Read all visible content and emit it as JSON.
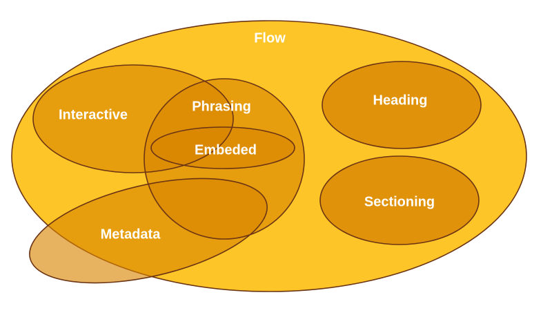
{
  "diagram": {
    "labels": {
      "flow": "Flow",
      "interactive": "Interactive",
      "phrasing": "Phrasing",
      "embeded": "Embeded",
      "heading": "Heading",
      "sectioning": "Sectioning",
      "metadata": "Metadata"
    },
    "colors": {
      "flow_fill": "#FDC527",
      "category_fill": "#E0920A",
      "outline": "#6B3414",
      "label_text": "#FFFFFF"
    }
  }
}
